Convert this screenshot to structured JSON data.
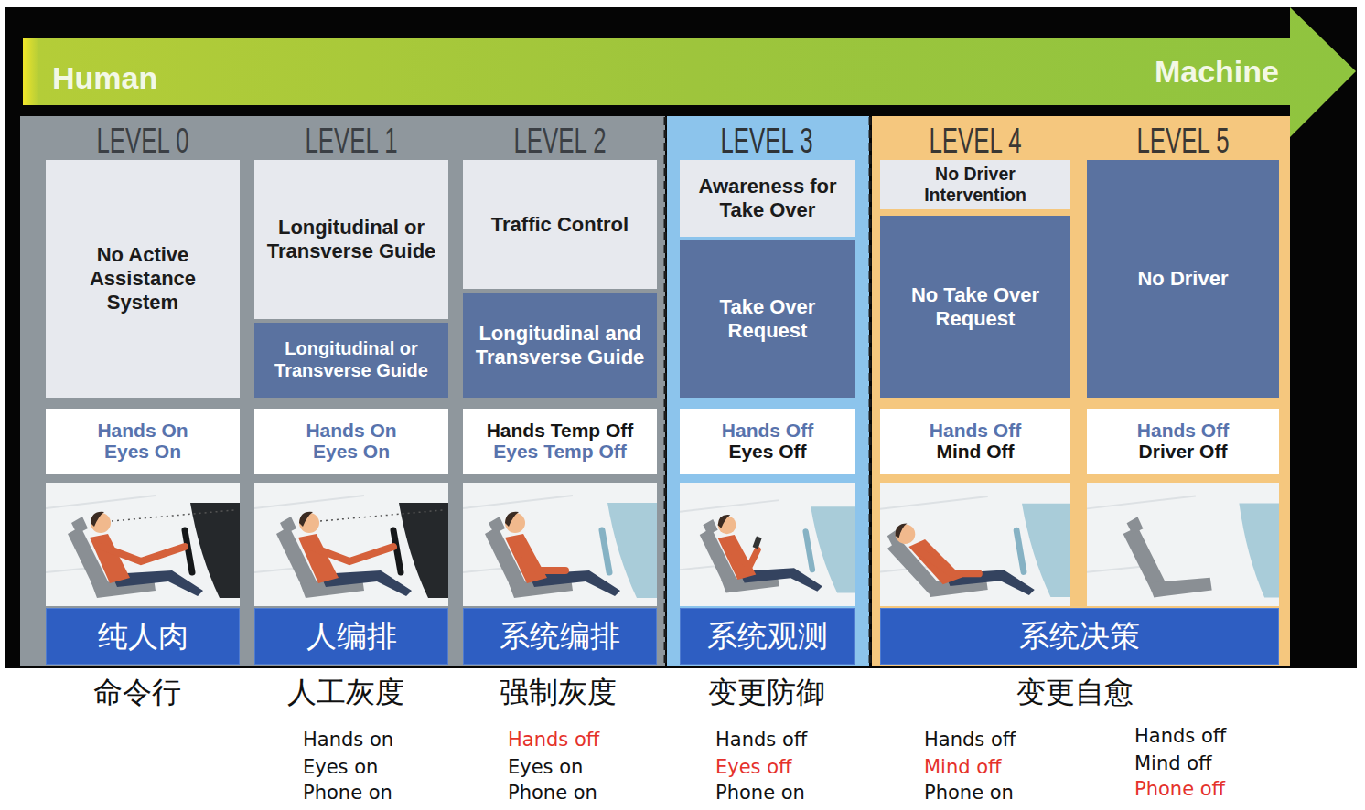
{
  "diagram": {
    "nodes": [
      {
        "text": [
          "Human",
          "Machine"
        ]
      },
      {
        "text": [
          "LEVEL 0",
          "LEVEL 1",
          "LEVEL 2"
        ]
      },
      {
        "text": [
          "No Active Assistance System"
        ],
        "in": 1
      },
      {
        "text": [
          "Hands On",
          "Eyes On"
        ],
        "in": 1
      },
      {
        "text": [
          "纯人肉"
        ],
        "in": 1
      },
      {
        "text": [
          "Longitudinal or Transverse Guide"
        ],
        "in": 1
      },
      {
        "text": [
          "Longitudinal or Transverse Guide"
        ],
        "in": 1
      },
      {
        "text": [
          "Hands On",
          "Eyes On"
        ],
        "in": 1
      },
      {
        "text": [
          "人编排"
        ],
        "in": 1
      },
      {
        "text": [
          "Traffic Control"
        ],
        "in": 1
      },
      {
        "text": [
          "Longitudinal and Transverse Guide"
        ],
        "in": 1
      },
      {
        "text": [
          "Hands Temp Off",
          "Eyes Temp Off"
        ],
        "in": 1
      },
      {
        "text": [
          "系统编排"
        ],
        "in": 1
      },
      {
        "text": [
          "LEVEL 3"
        ]
      },
      {
        "text": [
          "Awareness for Take Over"
        ],
        "in": 13
      },
      {
        "text": [
          "Take Over Request"
        ],
        "in": 13
      },
      {
        "text": [
          "Hands Off",
          "Eyes Off"
        ],
        "in": 13
      },
      {
        "text": [
          "系统观测"
        ],
        "in": 13
      },
      {
        "text": [
          "LEVEL 4",
          "LEVEL 5"
        ]
      },
      {
        "text": [
          "No Driver Intervention"
        ],
        "in": 18
      },
      {
        "text": [
          "No Take Over Request"
        ],
        "in": 18
      },
      {
        "text": [
          "Hands Off",
          "Mind Off"
        ],
        "in": 18
      },
      {
        "text": [
          "No Driver"
        ],
        "in": 18
      },
      {
        "text": [
          "Hands Off",
          "Driver Off"
        ],
        "in": 18
      },
      {
        "text": [
          "系统决策"
        ],
        "in": 18
      }
    ],
    "labels": [
      "命令行",
      "人工灰度",
      "Hands on",
      "Eyes on",
      "Phone on",
      "强制灰度",
      "Hands off",
      "Eyes on",
      "Phone on",
      "变更防御",
      "Hands off",
      "Eyes off",
      "Phone on",
      "变更自愈",
      "Hands off",
      "Mind off",
      "Phone on",
      "Hands off",
      "Mind off",
      "Phone off"
    ]
  }
}
